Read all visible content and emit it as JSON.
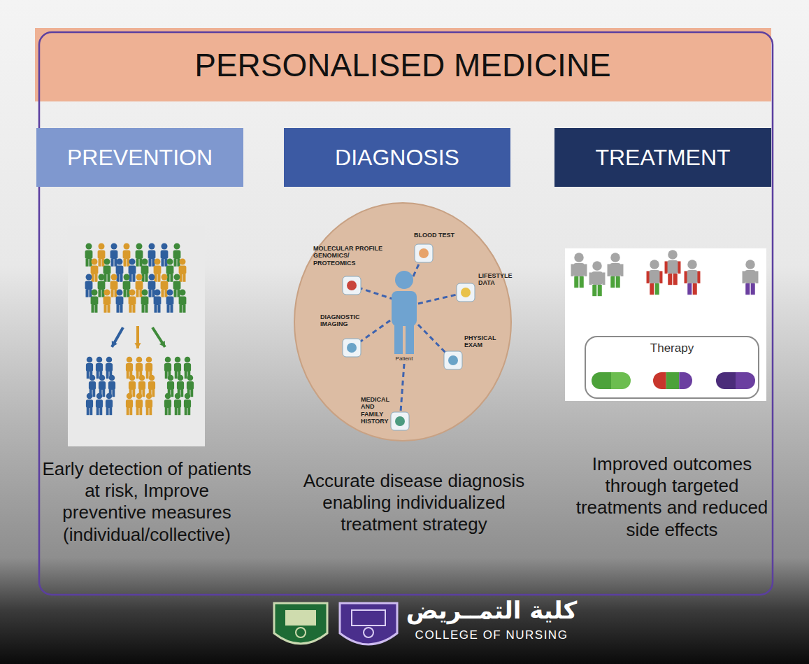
{
  "diagram": {
    "title": "PERSONALISED MEDICINE",
    "nodes": [
      {
        "text": [
          "PREVENTION"
        ]
      },
      {
        "text": [
          "DIAGNOSIS"
        ]
      },
      {
        "text": [
          "TREATMENT"
        ]
      },
      {
        "text": [
          "Therapy"
        ]
      }
    ],
    "labels": [
      "Early detection of patients at risk, Improve preventive measures (individual/collective)",
      "Accurate disease diagnosis enabling individualized treatment strategy",
      "Improved outcomes through targeted treatments and reduced side effects",
      "MOLECULAR PROFILE GENOMICS/ PROTEOMICS",
      "BLOOD TEST",
      "LIFESTYLE DATA",
      "DIAGNOSTIC IMAGING",
      "PHYSICAL EXAM",
      "MEDICAL AND FAMILY HISTORY",
      "Patient",
      "كلية التمــريض",
      "COLLEGE OF NURSING"
    ]
  }
}
